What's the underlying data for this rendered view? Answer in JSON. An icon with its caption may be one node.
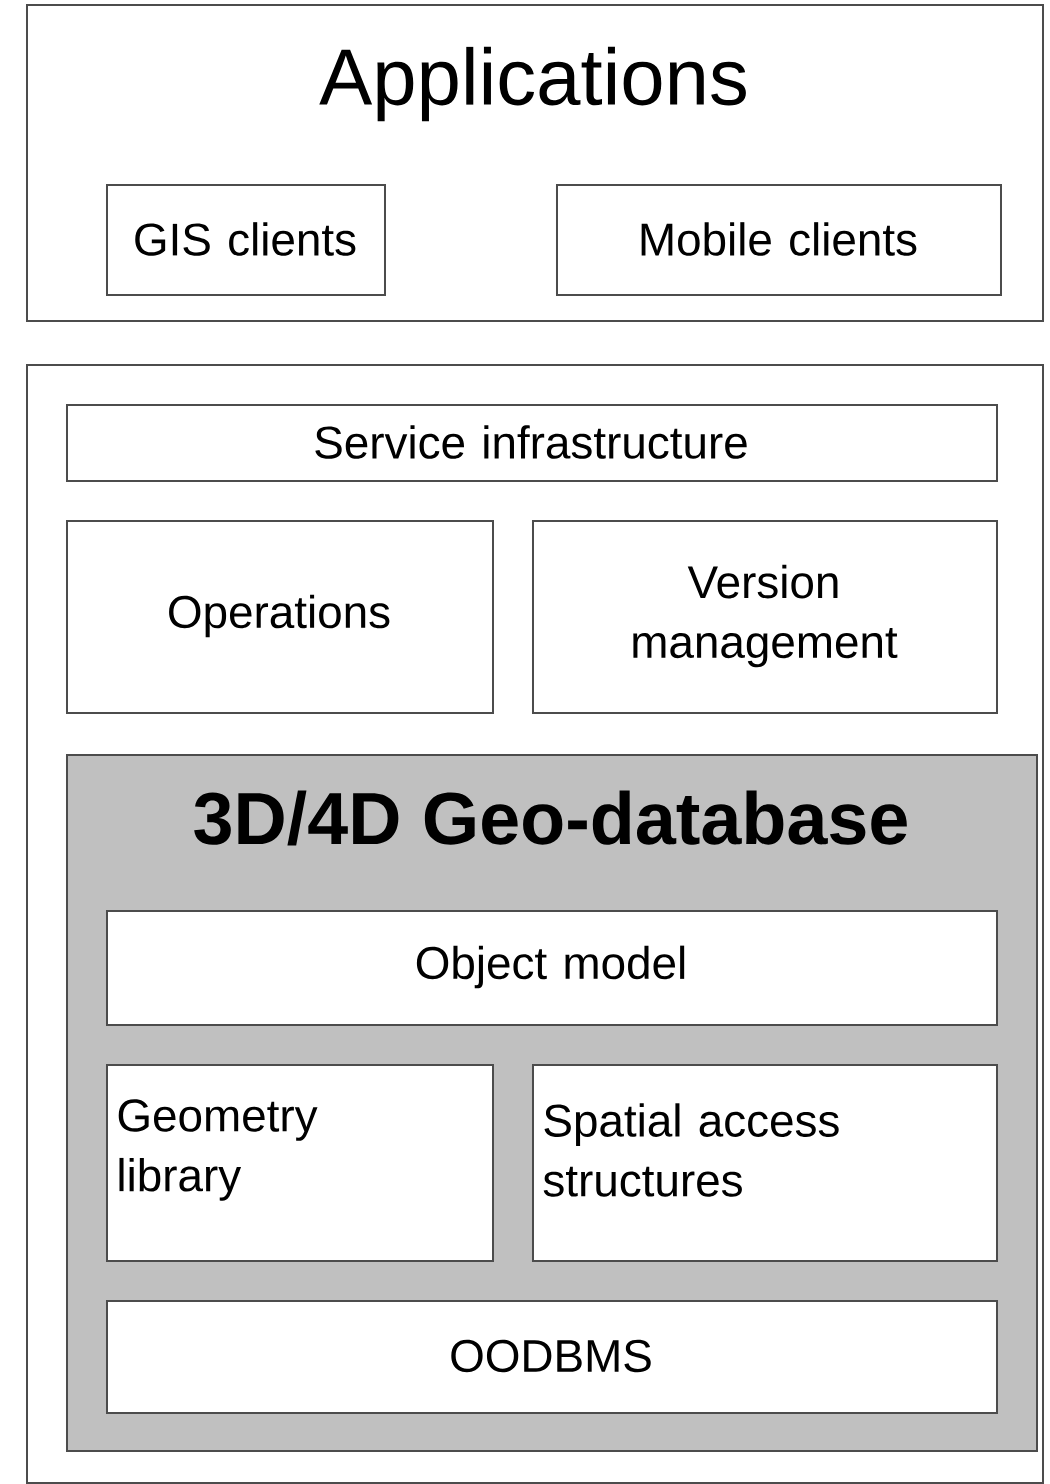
{
  "diagram": {
    "nodes": [
      {
        "text": [
          "Applications"
        ]
      },
      {
        "text": [
          "GIS clients"
        ],
        "in": 0
      },
      {
        "text": [
          "Mobile clients"
        ],
        "in": 0
      },
      {
        "text": [],
        "shape": "box"
      },
      {
        "text": [
          "Service infrastructure"
        ],
        "in": 3
      },
      {
        "text": [
          "Operations"
        ],
        "in": 3
      },
      {
        "text": [
          "Version management"
        ],
        "in": 3
      },
      {
        "text": [
          "3D/4D Geo-database"
        ],
        "in": 3
      },
      {
        "text": [
          "Object model"
        ],
        "in": 7
      },
      {
        "text": [
          "Geometry library"
        ],
        "in": 7
      },
      {
        "text": [
          "Spatial access structures"
        ],
        "in": 7
      },
      {
        "text": [
          "OODBMS"
        ],
        "in": 7
      }
    ]
  }
}
